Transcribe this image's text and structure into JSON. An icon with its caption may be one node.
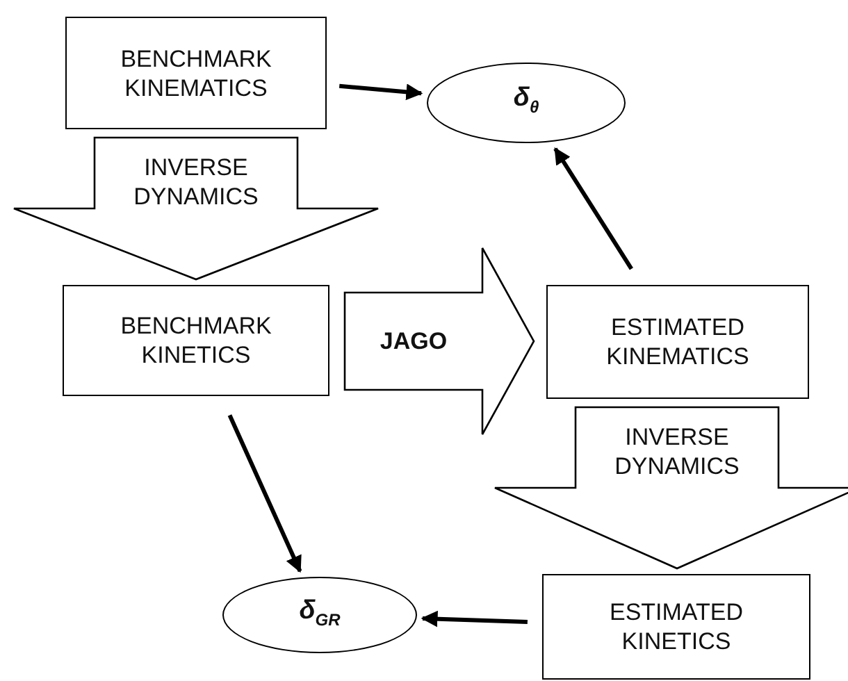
{
  "diagram": {
    "nodes": [
      {
        "text": [
          "BENCHMARK KINEMATICS"
        ]
      },
      {
        "text": [
          "δ$_{θ}$"
        ]
      },
      {
        "text": [
          "BENCHMARK KINETICS"
        ]
      },
      {
        "text": [
          "ESTIMATED KINEMATICS"
        ]
      },
      {
        "text": [
          "δ$_{GR}$"
        ]
      },
      {
        "text": [
          "ESTIMATED KINETICS"
        ]
      }
    ],
    "edges": [
      {
        "from": 0,
        "to": 1,
        "arrow": "to"
      },
      {
        "from": 0,
        "to": 2,
        "arrow": "to",
        "label": "INVERSE DYNAMICS"
      },
      {
        "from": 2,
        "to": 3,
        "arrow": "to",
        "label": "JAGO"
      },
      {
        "from": 3,
        "to": 1,
        "arrow": "to"
      },
      {
        "from": 3,
        "to": 5,
        "arrow": "to",
        "label": "INVERSE DYNAMICS"
      },
      {
        "from": 2,
        "to": 4,
        "arrow": "to"
      },
      {
        "from": 5,
        "to": 4,
        "arrow": "to"
      }
    ]
  }
}
